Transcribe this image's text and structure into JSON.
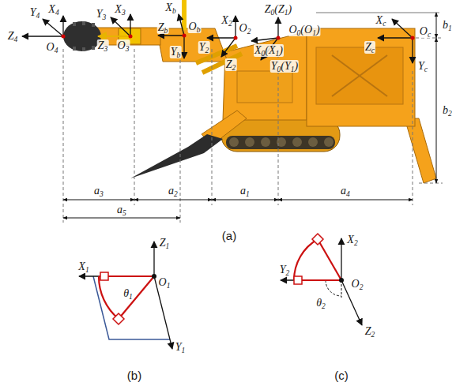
{
  "diagram": {
    "labels": [
      "X4",
      "Y4",
      "Z4",
      "O4",
      "X3",
      "Y3",
      "Z3",
      "O3",
      "Xb",
      "Ob",
      "Zb",
      "Yb",
      "X2",
      "O2",
      "Y2",
      "Z2",
      "Z0(Z1)",
      "O0(O1)",
      "X0(X1)",
      "Y0(Y1)",
      "Xc",
      "Oc",
      "Zc",
      "Yc",
      "b1",
      "b2",
      "a3",
      "a2",
      "a1",
      "a4",
      "a5",
      "(a)",
      "Z1",
      "X1",
      "O1",
      "θ1",
      "Y1",
      "(b)",
      "X2",
      "Y2",
      "O2",
      "θ2",
      "Z2",
      "(c)"
    ]
  }
}
